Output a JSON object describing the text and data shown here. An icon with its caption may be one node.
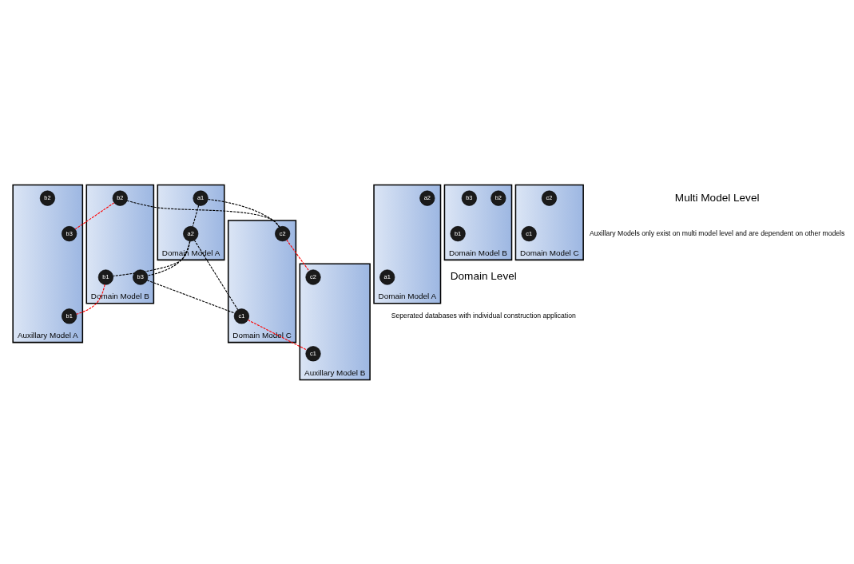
{
  "diagram": {
    "nodes": [
      {
        "text": [
          "Domain Model A"
        ]
      },
      {
        "text": [
          "a1"
        ],
        "in": 0
      },
      {
        "text": [
          "a2"
        ],
        "in": 0
      },
      {
        "text": [
          "Domain Model B"
        ]
      },
      {
        "text": [
          "b1"
        ],
        "in": 3
      },
      {
        "text": [
          "b2"
        ],
        "in": 3
      },
      {
        "text": [
          "b3"
        ],
        "in": 3
      },
      {
        "text": [
          "Auxillary Model A"
        ]
      },
      {
        "text": [
          "b1"
        ],
        "in": 7
      },
      {
        "text": [
          "b2"
        ],
        "in": 7
      },
      {
        "text": [
          "b3"
        ],
        "in": 7
      },
      {
        "text": [
          "Domain Model C"
        ]
      },
      {
        "text": [
          "c1"
        ],
        "in": 11
      },
      {
        "text": [
          "c2"
        ],
        "in": 11
      },
      {
        "text": [
          "Auxillary Model B"
        ]
      },
      {
        "text": [
          "c1"
        ],
        "in": 14
      },
      {
        "text": [
          "c2"
        ],
        "in": 14
      },
      {
        "text": [
          "Domain Model A"
        ]
      },
      {
        "text": [
          "a1"
        ],
        "in": 17
      },
      {
        "text": [
          "a2"
        ],
        "in": 17
      },
      {
        "text": [
          "Domain Model B"
        ]
      },
      {
        "text": [
          "b1"
        ],
        "in": 20
      },
      {
        "text": [
          "b2"
        ],
        "in": 20
      },
      {
        "text": [
          "b3"
        ],
        "in": 20
      },
      {
        "text": [
          "Domain Model C"
        ]
      },
      {
        "text": [
          "c1"
        ],
        "in": 24
      },
      {
        "text": [
          "c2"
        ],
        "in": 24
      }
    ],
    "edges": [
      {
        "from": 1,
        "to": 2,
        "arrow": "none",
        "style": "dashed"
      },
      {
        "from": 1,
        "to": 13,
        "arrow": "none",
        "style": "dashed"
      },
      {
        "from": 2,
        "to": 12,
        "arrow": "none",
        "style": "dashed"
      },
      {
        "from": 2,
        "to": 4,
        "arrow": "none",
        "style": "dashed"
      },
      {
        "from": 2,
        "to": 6,
        "arrow": "none",
        "style": "dashed"
      },
      {
        "from": 6,
        "to": 12,
        "arrow": "none",
        "style": "dashed"
      },
      {
        "from": 5,
        "to": 13,
        "arrow": "none",
        "style": "dashed"
      },
      {
        "from": 4,
        "to": 8,
        "arrow": "none",
        "style": "dashed",
        "color": "#ff0000"
      },
      {
        "from": 5,
        "to": 10,
        "arrow": "none",
        "style": "dashed",
        "color": "#ff0000"
      },
      {
        "from": 12,
        "to": 15,
        "arrow": "none",
        "style": "dashed",
        "color": "#ff0000"
      },
      {
        "from": 13,
        "to": 16,
        "arrow": "none",
        "style": "dashed",
        "color": "#ff0000"
      }
    ],
    "labels": [
      "Multi Model Level",
      "Auxillary Models only exist on multi model level and are dependent on other models",
      "Domain Level",
      "Seperated databases with individual construction application"
    ]
  }
}
